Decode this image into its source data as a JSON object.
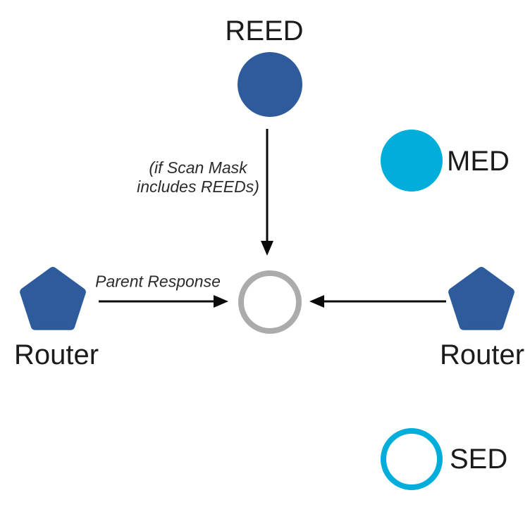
{
  "nodes": {
    "reed": {
      "label": "REED"
    },
    "med": {
      "label": "MED"
    },
    "router_left": {
      "label": "Router"
    },
    "router_right": {
      "label": "Router"
    },
    "sed": {
      "label": "SED"
    }
  },
  "annotations": {
    "scan_mask_line1": "(if Scan Mask",
    "scan_mask_line2": "includes REEDs)",
    "parent_response": "Parent Response"
  },
  "colors": {
    "router_blue": "#2E5B9C",
    "device_cyan": "#00ADDB",
    "joiner_gray": "#ABABAB",
    "arrow_black": "#0a0a0a"
  }
}
